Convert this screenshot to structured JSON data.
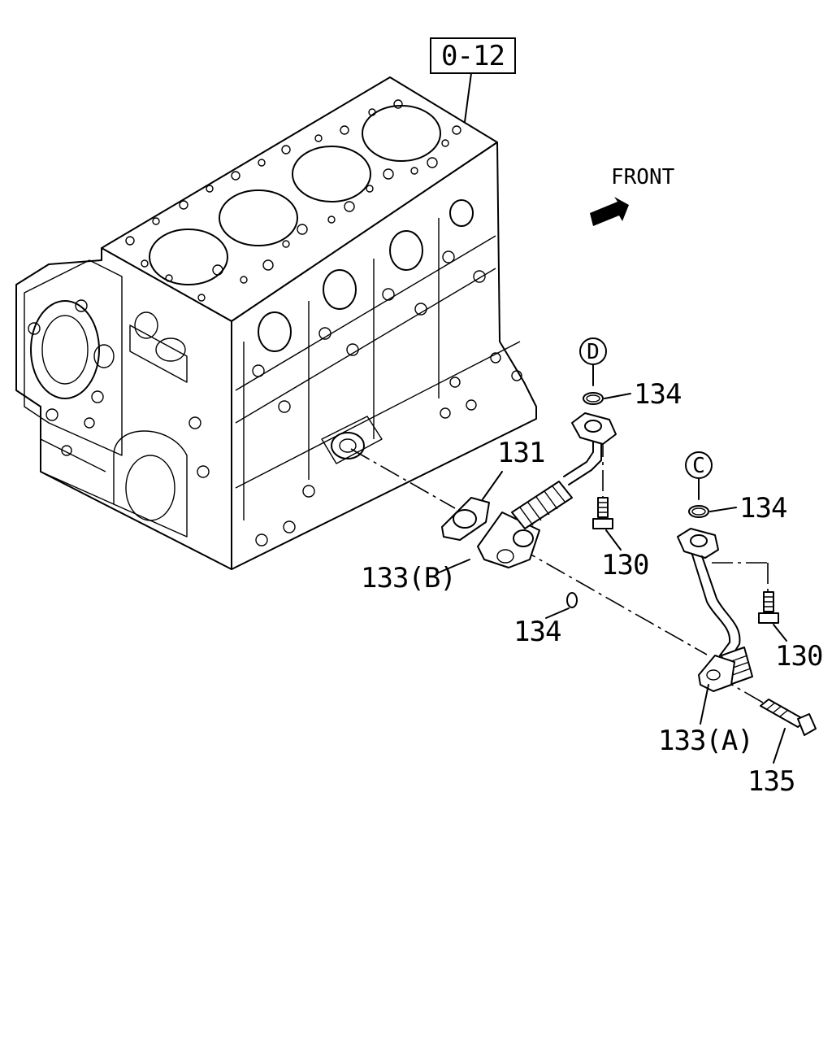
{
  "diagram": {
    "ref_box": "0-12",
    "direction_label": "FRONT",
    "connector_marks": {
      "d": "D",
      "c": "C"
    },
    "callouts": {
      "p134_upper": "134",
      "p134_mid": "134",
      "p134_lower": "134",
      "p131": "131",
      "p130_left": "130",
      "p130_right": "130",
      "p133b": "133(B)",
      "p133a": "133(A)",
      "p135": "135"
    }
  }
}
